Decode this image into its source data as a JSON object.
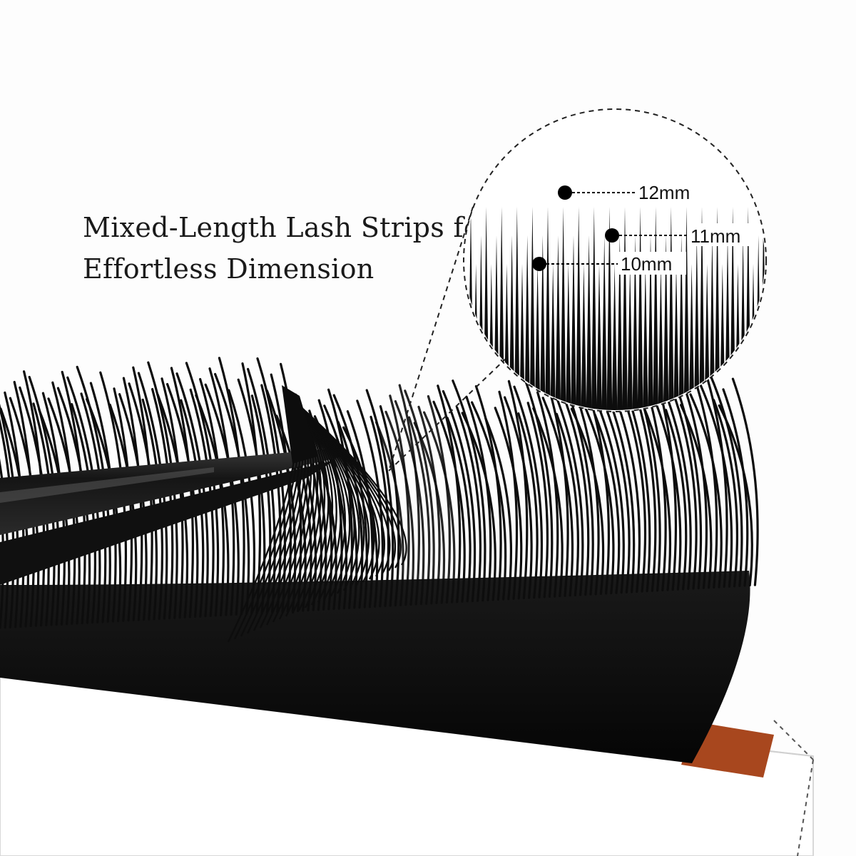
{
  "headline": {
    "line1": "Mixed-Length Lash Strips for",
    "line2": "Effortless Dimension"
  },
  "zoom_callout": {
    "labels": [
      {
        "text": "12mm"
      },
      {
        "text": "11mm"
      },
      {
        "text": "10mm"
      }
    ]
  },
  "colors": {
    "background": "#fdfdfd",
    "lash": "#0d0d0d",
    "tab": "#a8471e",
    "tweezer": "#1b1b1b"
  }
}
